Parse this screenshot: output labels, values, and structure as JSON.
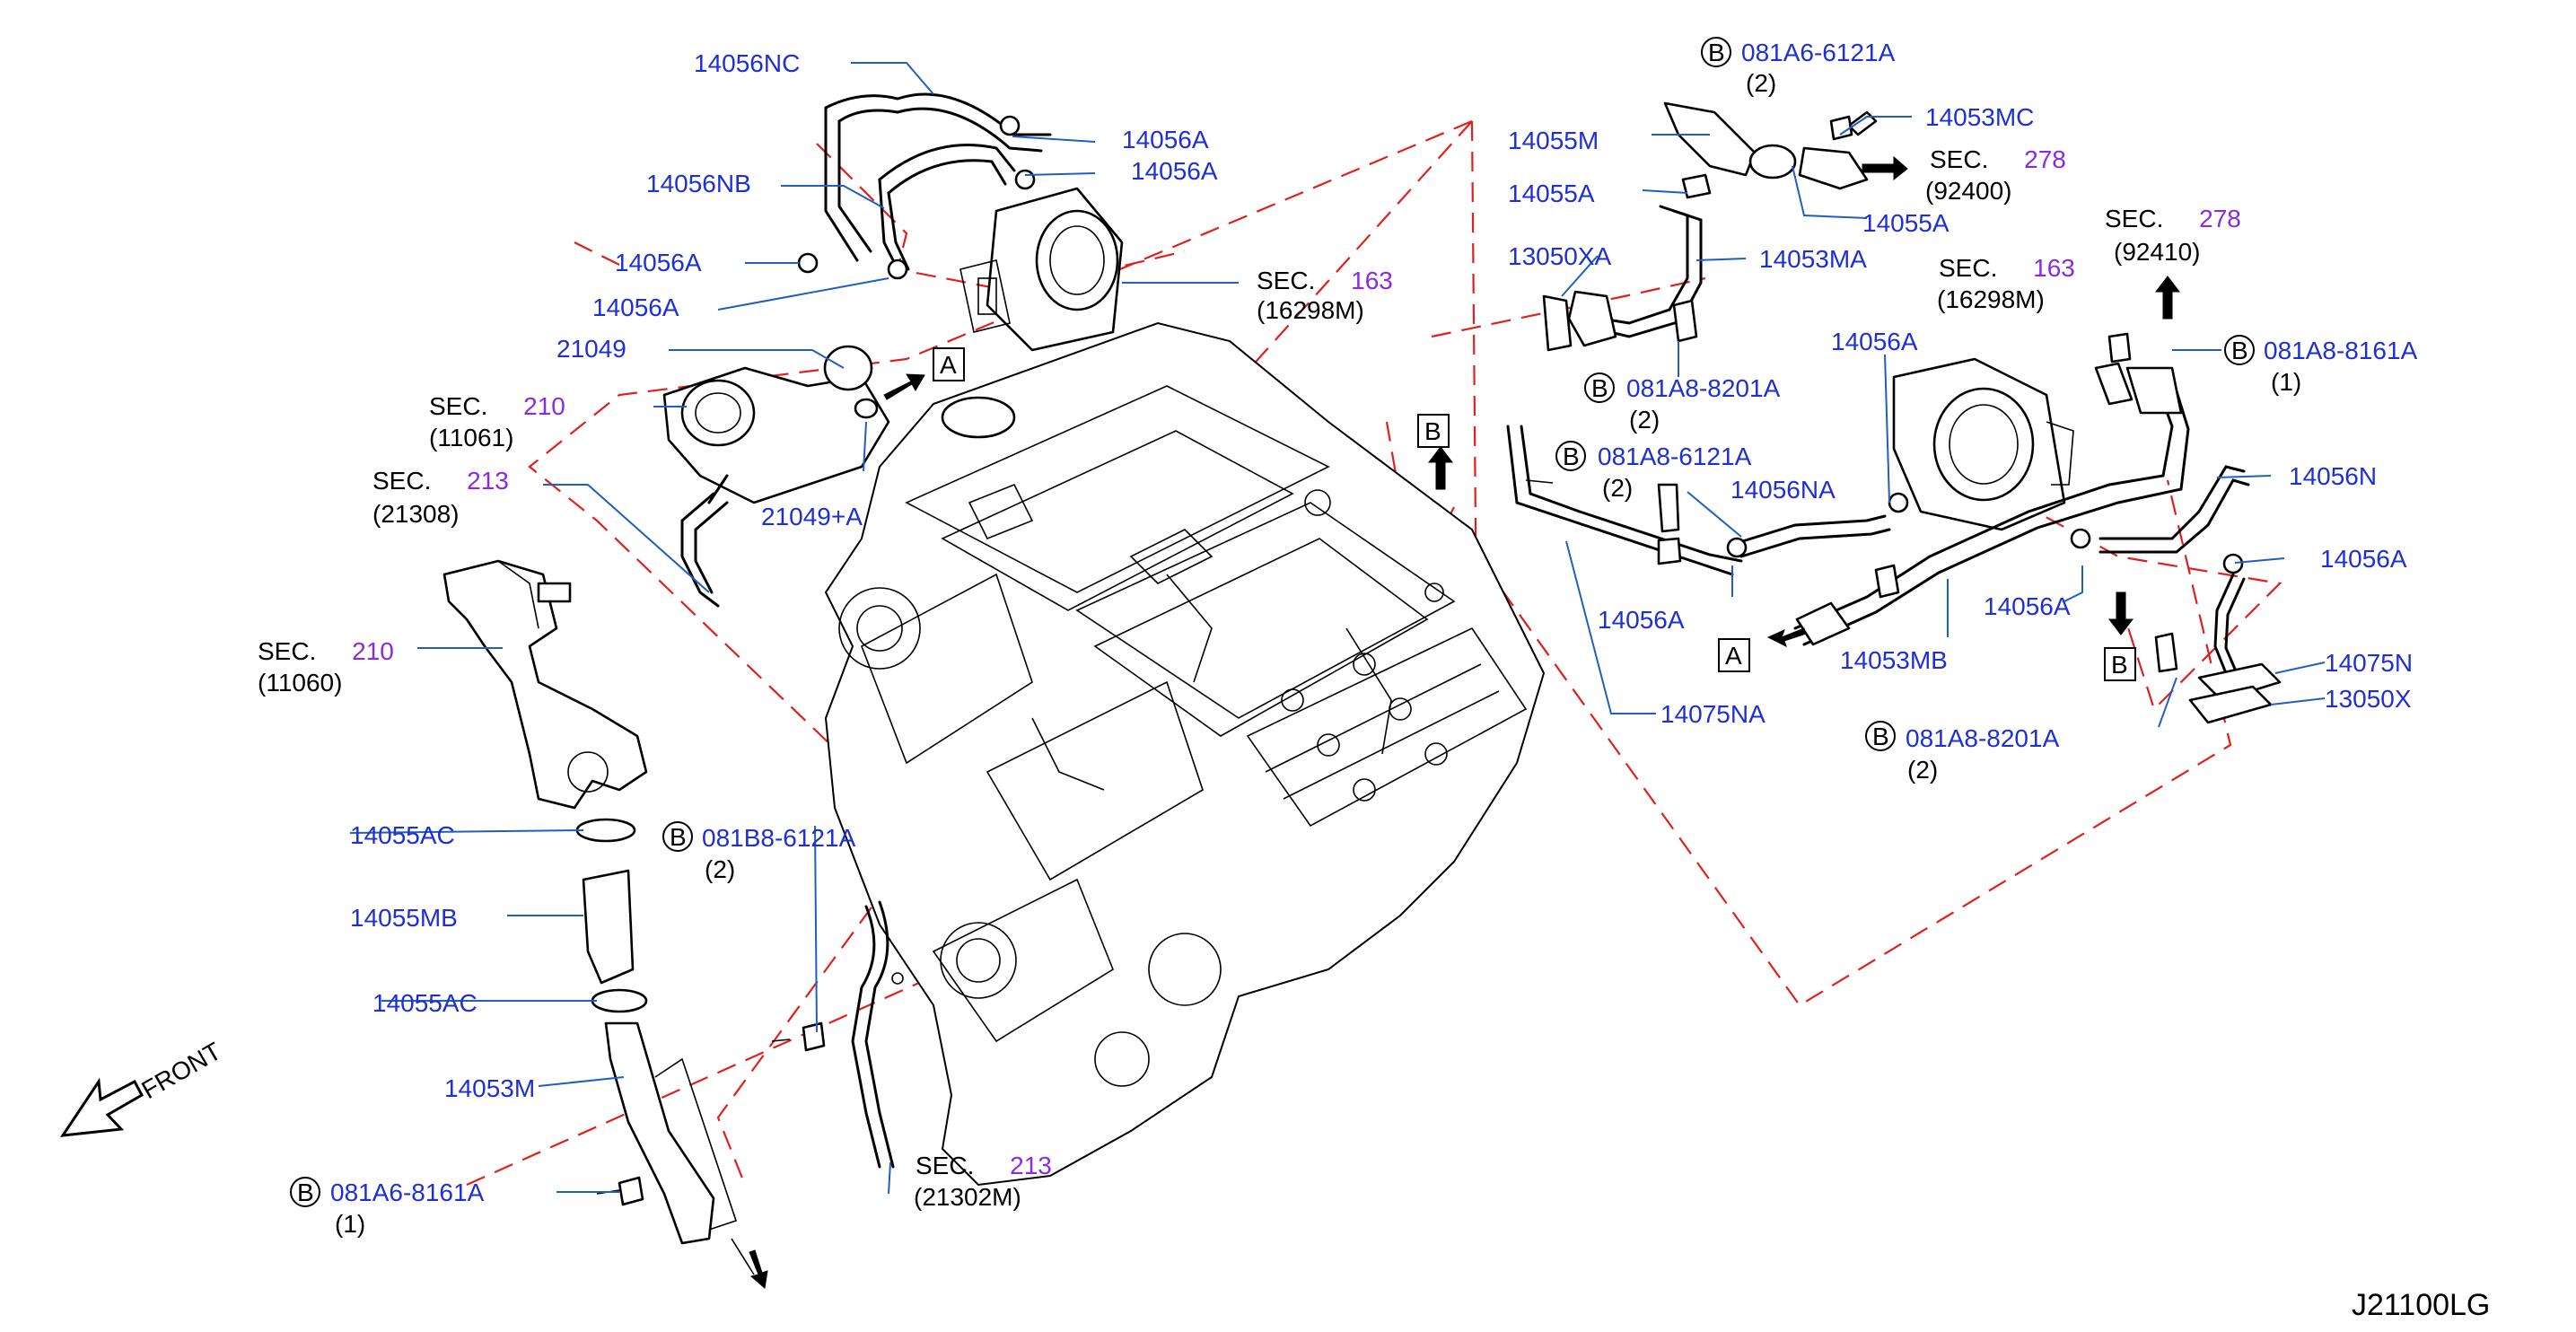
{
  "diagram_code": "J21100LG",
  "front_label": "FRONT",
  "bolt_marker": "B",
  "view_markers": {
    "a": "A",
    "b": "B"
  },
  "sec_word": "SEC.",
  "sections": {
    "sec163_left": {
      "num": "163",
      "ref": "(16298M)"
    },
    "sec210_top": {
      "num": "210",
      "ref": "(11061)"
    },
    "sec213_top": {
      "num": "213",
      "ref": "(21308)"
    },
    "sec210_mid": {
      "num": "210",
      "ref": "(11060)"
    },
    "sec213_bottom": {
      "num": "213",
      "ref": "(21302M)"
    },
    "sec278_top": {
      "num": "278",
      "ref": "(92400)"
    },
    "sec163_right": {
      "num": "163",
      "ref": "(16298M)"
    },
    "sec278_right": {
      "num": "278",
      "ref": "(92410)"
    }
  },
  "bolts": {
    "b081A6_6121A": {
      "part": "081A6-6121A",
      "qty": "(2)"
    },
    "b081A8_8161A": {
      "part": "081A8-8161A",
      "qty": "(1)"
    },
    "b081A8_8201A_top": {
      "part": "081A8-8201A",
      "qty": "(2)"
    },
    "b081A8_6121A": {
      "part": "081A8-6121A",
      "qty": "(2)"
    },
    "b081A8_8201A_bottom": {
      "part": "081A8-8201A",
      "qty": "(2)"
    },
    "b081B8_6121A": {
      "part": "081B8-6121A",
      "qty": "(2)"
    },
    "b081A6_8161A": {
      "part": "081A6-8161A",
      "qty": "(1)"
    }
  },
  "parts": {
    "p14056NC": "14056NC",
    "p14056A_1": "14056A",
    "p14056A_2": "14056A",
    "p14056NB": "14056NB",
    "p14056A_3": "14056A",
    "p14056A_4": "14056A",
    "p21049": "21049",
    "p21049A": "21049+A",
    "p14055M": "14055M",
    "p14053MC": "14053MC",
    "p14055A_1": "14055A",
    "p14055A_2": "14055A",
    "p13050XA": "13050XA",
    "p14053MA": "14053MA",
    "p14056A_5": "14056A",
    "p14056NA": "14056NA",
    "p14056N": "14056N",
    "p14056A_6": "14056A",
    "p14056A_7": "14056A",
    "p14056A_8": "14056A",
    "p14075N": "14075N",
    "p13050X": "13050X",
    "p14053MB": "14053MB",
    "p14075NA": "14075NA",
    "p14055AC_1": "14055AC",
    "p14055MB": "14055MB",
    "p14055AC_2": "14055AC",
    "p14053M": "14053M"
  },
  "colors": {
    "part_number": "#1f2fd6",
    "sec_number": "#8a2be2",
    "leader": "#1f5fbf",
    "reference_line": "#e0201d"
  }
}
